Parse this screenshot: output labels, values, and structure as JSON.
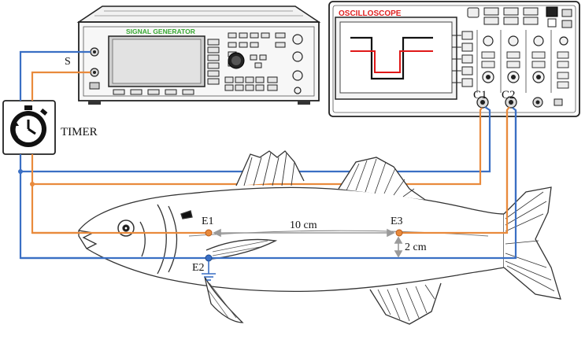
{
  "devices": {
    "signal_generator": {
      "label": "SIGNAL GENERATOR",
      "label_color": "#3aaa35"
    },
    "oscilloscope": {
      "label": "OSCILLOSCOPE",
      "label_color": "#e02020"
    },
    "timer": {
      "label": "TIMER"
    }
  },
  "labels": {
    "source": "S",
    "channel1": "C1",
    "channel2": "C2",
    "electrode1": "E1",
    "electrode2": "E2",
    "electrode3": "E3",
    "distance_horizontal": "10 cm",
    "distance_vertical": "2 cm"
  },
  "colors": {
    "wire_blue": "#3a6fc4",
    "wire_orange": "#e98a3c",
    "scope_trace_black": "#111111",
    "scope_trace_red": "#e01818",
    "dimension_gray": "#9a9a9a"
  }
}
